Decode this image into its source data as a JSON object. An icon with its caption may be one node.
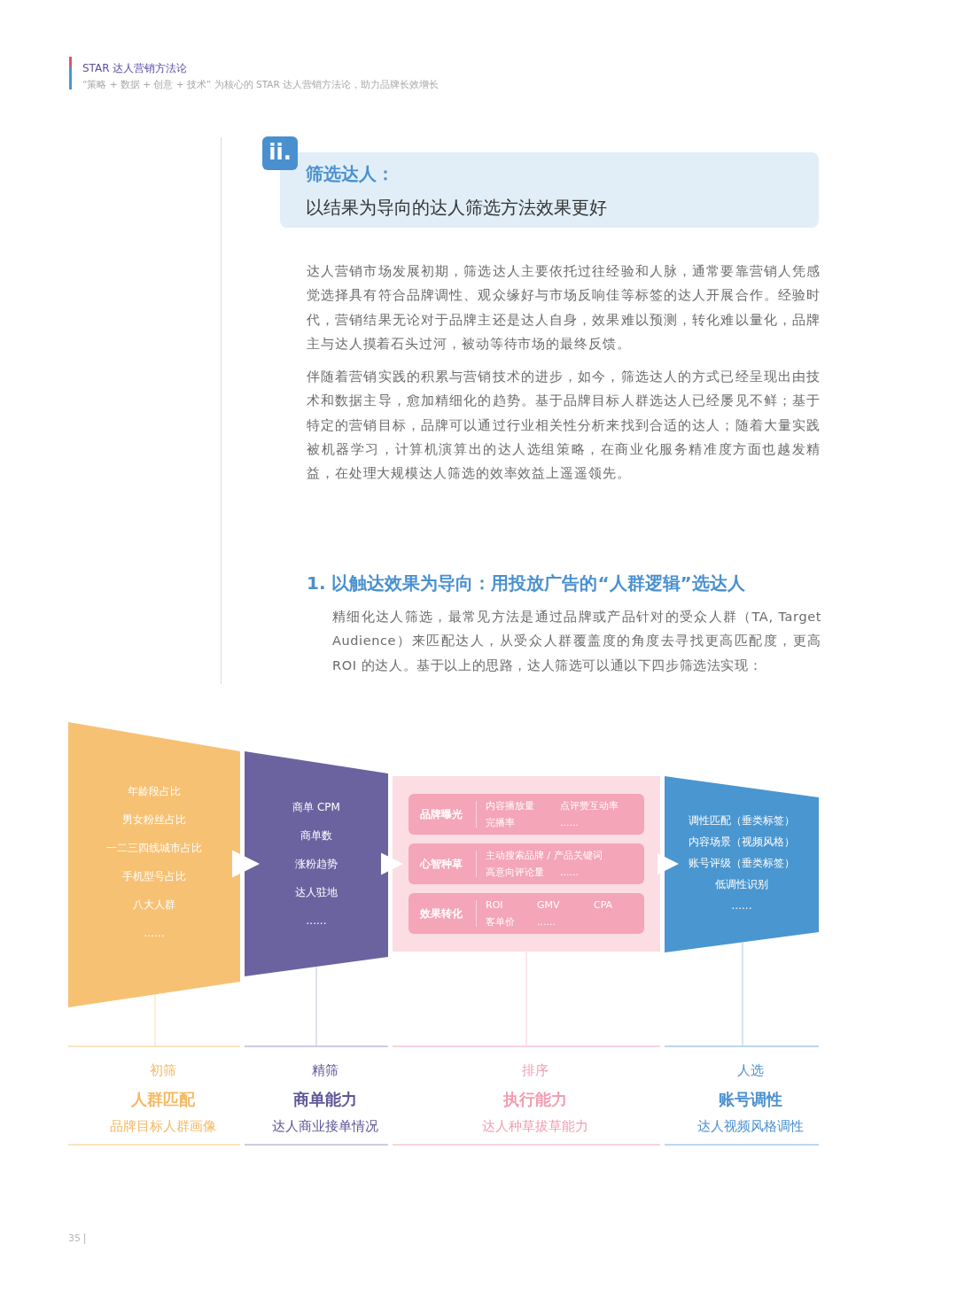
{
  "diagram": {
    "title": "STAR 达人营销方法论",
    "nodes": [
      {
        "text": [
          "ii."
        ]
      },
      {
        "text": [
          "筛选达人：",
          "以结果为导向的达人筛选方法效果更好"
        ]
      },
      {
        "text": [
          "年龄段占比",
          "男女粉丝占比",
          "一二三四线城市占比",
          "手机型号占比",
          "八大人群",
          "......"
        ]
      },
      {
        "text": [
          "商单 CPM",
          "商单数",
          "涨粉趋势",
          "达人驻地",
          "......"
        ]
      },
      {
        "text": [],
        "shape": "box"
      },
      {
        "text": [
          "品牌曝光",
          "内容播放量",
          "点评赞互动率",
          "完播率",
          "......"
        ],
        "in": 4
      },
      {
        "text": [
          "心智种草",
          "主动搜索品牌 / 产品关键词",
          "高意向评论量",
          "......"
        ],
        "in": 4
      },
      {
        "text": [
          "效果转化",
          "ROI",
          "GMV",
          "CPA",
          "客单价",
          "......"
        ],
        "in": 4
      },
      {
        "text": [
          "调性匹配（垂类标签）",
          "内容场景（视频风格）",
          "账号评级（垂类标签）",
          "低调性识别",
          "......"
        ]
      },
      {
        "text": [
          "初筛",
          "人群匹配",
          "品牌目标人群画像"
        ]
      },
      {
        "text": [
          "精筛",
          "商单能力",
          "达人商业接单情况"
        ]
      },
      {
        "text": [
          "排序",
          "执行能力",
          "达人种草拔草能力"
        ]
      },
      {
        "text": [
          "人选",
          "账号调性",
          "达人视频风格调性"
        ]
      }
    ],
    "edges": [
      {
        "from": 2,
        "to": 3,
        "arrow": "to"
      },
      {
        "from": 3,
        "to": 4,
        "arrow": "to"
      },
      {
        "from": 4,
        "to": 8,
        "arrow": "to"
      },
      {
        "from": 2,
        "to": 9,
        "arrow": "none",
        "color": "#f9dcb0"
      },
      {
        "from": 3,
        "to": 10,
        "arrow": "none",
        "color": "#c4c0dc"
      },
      {
        "from": 4,
        "to": 11,
        "arrow": "none",
        "color": "#f8ccd6"
      },
      {
        "from": 8,
        "to": 12,
        "arrow": "none",
        "color": "#a9cbe8"
      }
    ],
    "labels": [
      "“策略 + 数据 + 创意 + 技术” 为核心的 STAR 达人营销方法论，助力品牌长效增长",
      "达人营销市场发展初期，筛选达人主要依托过往经验和人脉，通常要靠营销人凭感觉选择具有符合品牌调性、观众缘好与市场反响佳等标签的达人开展合作。经验时代，营销结果无论对于品牌主还是达人自身，效果难以预测，转化难以量化，品牌主与达人摸着石头过河，被动等待市场的最终反馈。",
      "伴随着营销实践的积累与营销技术的进步，如今，筛选达人的方式已经呈现出由技术和数据主导，愈加精细化的趋势。基于品牌目标人群选达人已经屡见不鲜；基于特定的营销目标，品牌可以通过行业相关性分析来找到合适的达人；随着大量实践被机器学习，计算机演算出的达人选组策略，在商业化服务精准度方面也越发精益，在处理大规模达人筛选的效率效益上遥遥领先。",
      "1. 以触达效果为导向：用投放广告的“人群逻辑”选达人",
      "精细化达人筛选，最常见方法是通过品牌或产品针对的受众人群（TA, Target Audience）来匹配达人，从受众人群覆盖度的角度去寻找更高匹配度，更高 ROI 的达人。基于以上的思路，达人筛选可以通以下四步筛选法实现：",
      "35"
    ]
  }
}
